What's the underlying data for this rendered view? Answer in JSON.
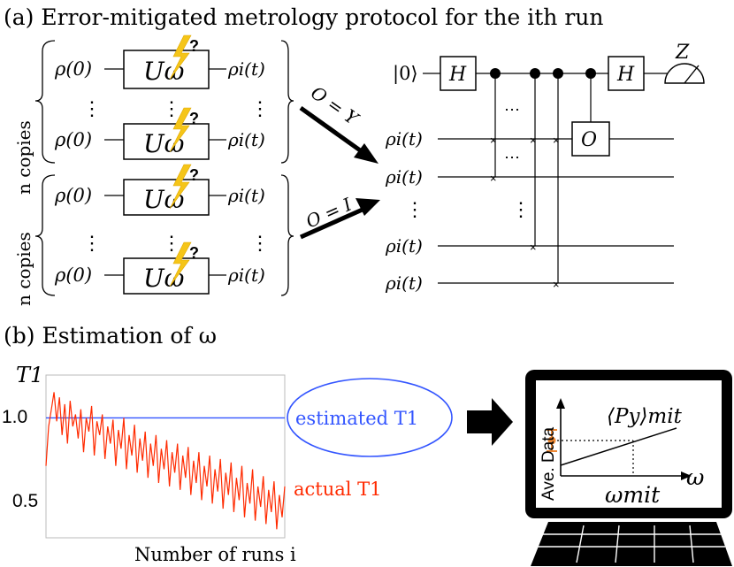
{
  "panel_a": {
    "title": "(a) Error-mitigated metrology protocol for the ith run",
    "copies_label": "n copies",
    "rho0": "ρ(0)",
    "rho_t": "ρi(t)",
    "gate_u": "Uω",
    "vdots": "⋮",
    "hdots": "⋯",
    "arrow_upper": "O = Y",
    "arrow_lower": "O = I",
    "ket0": "|0⟩",
    "gate_h": "H",
    "gate_o": "O",
    "measure_basis": "Z",
    "lightning_mark": "?"
  },
  "panel_b": {
    "title": "(b) Estimation of ω",
    "y_axis_label": "T1",
    "x_axis_label": "Number of runs i",
    "estimated_label": "estimated T1",
    "actual_label": "actual T1",
    "inset_title": "⟨Py⟩mit",
    "inset_ylabel": "Ave. Data",
    "inset_xlabel": "ω",
    "inset_result": "ωmit",
    "colors": {
      "estimated": "#3355ff",
      "actual": "#ff2a00",
      "point": "#ee8833"
    }
  },
  "chart_data": {
    "type": "line",
    "xlabel": "Number of runs i",
    "ylabel": "T1",
    "yticks": [
      1.0,
      0.5
    ],
    "ylim": [
      0.3,
      1.25
    ],
    "series": [
      {
        "name": "estimated T1",
        "values": [
          1.0,
          1.0
        ]
      },
      {
        "name": "actual T1",
        "values": [
          0.72,
          0.95,
          1.05,
          1.15,
          0.98,
          1.12,
          0.9,
          1.08,
          0.85,
          1.1,
          0.95,
          1.02,
          0.88,
          1.05,
          0.8,
          1.0,
          0.92,
          1.07,
          0.78,
          0.98,
          0.9,
          1.02,
          0.76,
          0.95,
          0.85,
          0.99,
          0.72,
          0.93,
          0.82,
          1.0,
          0.7,
          0.9,
          0.78,
          0.96,
          0.68,
          0.88,
          0.75,
          0.92,
          0.65,
          0.85,
          0.72,
          0.9,
          0.62,
          0.82,
          0.7,
          0.87,
          0.6,
          0.8,
          0.68,
          0.85,
          0.58,
          0.78,
          0.65,
          0.83,
          0.55,
          0.75,
          0.62,
          0.8,
          0.52,
          0.72,
          0.6,
          0.78,
          0.5,
          0.7,
          0.57,
          0.76,
          0.47,
          0.68,
          0.55,
          0.74,
          0.45,
          0.65,
          0.52,
          0.72,
          0.42,
          0.62,
          0.5,
          0.7,
          0.4,
          0.6,
          0.48,
          0.66,
          0.38,
          0.58,
          0.45,
          0.63,
          0.35,
          0.55,
          0.42,
          0.6
        ]
      }
    ]
  }
}
